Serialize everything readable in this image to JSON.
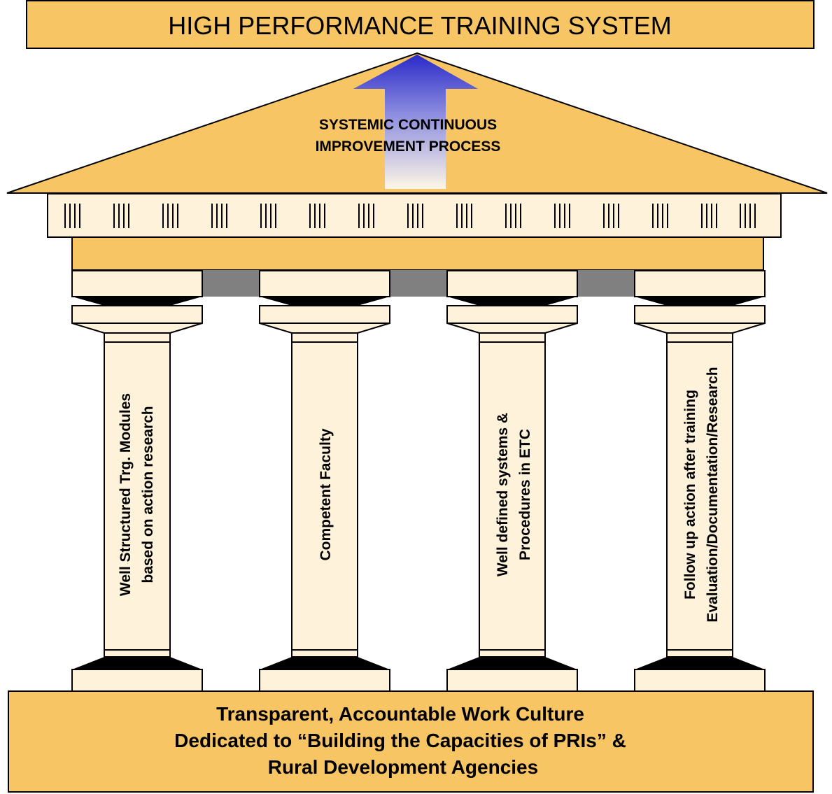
{
  "title": "HIGH PERFORMANCE TRAINING SYSTEM",
  "roof": {
    "line1": "SYSTEMIC CONTINUOUS",
    "line2": "IMPROVEMENT PROCESS"
  },
  "pillars": [
    {
      "line1": "Well Structured Trg. Modules",
      "line2": "based on action research"
    },
    {
      "line1": "Competent Faculty",
      "line2": ""
    },
    {
      "line1": "Well defined systems &",
      "line2": "Procedures in ETC"
    },
    {
      "line1": "Follow up action after training",
      "line2": "Evaluation/Documentation/Research"
    }
  ],
  "foundation": {
    "line1": "Transparent, Accountable Work Culture",
    "line2": "Dedicated to “Building the Capacities of PRIs” &",
    "line3": "Rural Development Agencies"
  },
  "colors": {
    "gold": "#F8C564",
    "cream": "#FEF3DA",
    "gray": "#808080",
    "arrow_top": "#3333CC",
    "dark": "#000000"
  }
}
